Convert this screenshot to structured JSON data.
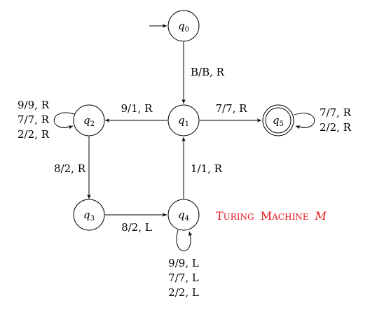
{
  "title": {
    "word1_initial": "T",
    "word1_rest": "URING",
    "word2_initial": "M",
    "word2_rest": "ACHINE",
    "symbol": "M"
  },
  "states": [
    {
      "name": "q",
      "sub": "0"
    },
    {
      "name": "q",
      "sub": "1"
    },
    {
      "name": "q",
      "sub": "2"
    },
    {
      "name": "q",
      "sub": "3"
    },
    {
      "name": "q",
      "sub": "4"
    },
    {
      "name": "q",
      "sub": "5"
    }
  ],
  "transitions": {
    "q0_q1": [
      "B/B, R"
    ],
    "q1_q2": [
      "9/1, R"
    ],
    "q1_q5": [
      "7/7, R"
    ],
    "q2_q3": [
      "8/2, R"
    ],
    "q3_q4": [
      "8/2, L"
    ],
    "q4_q1": [
      "1/1, R"
    ],
    "q2_loop": [
      "9/9, R",
      "7/7, R",
      "2/2, R"
    ],
    "q5_loop": [
      "7/7, R",
      "2/2, R"
    ],
    "q4_loop": [
      "9/9, L",
      "7/7, L",
      "2/2, L"
    ]
  },
  "colors": {
    "title": "#e8141b",
    "stroke": "#000000"
  }
}
